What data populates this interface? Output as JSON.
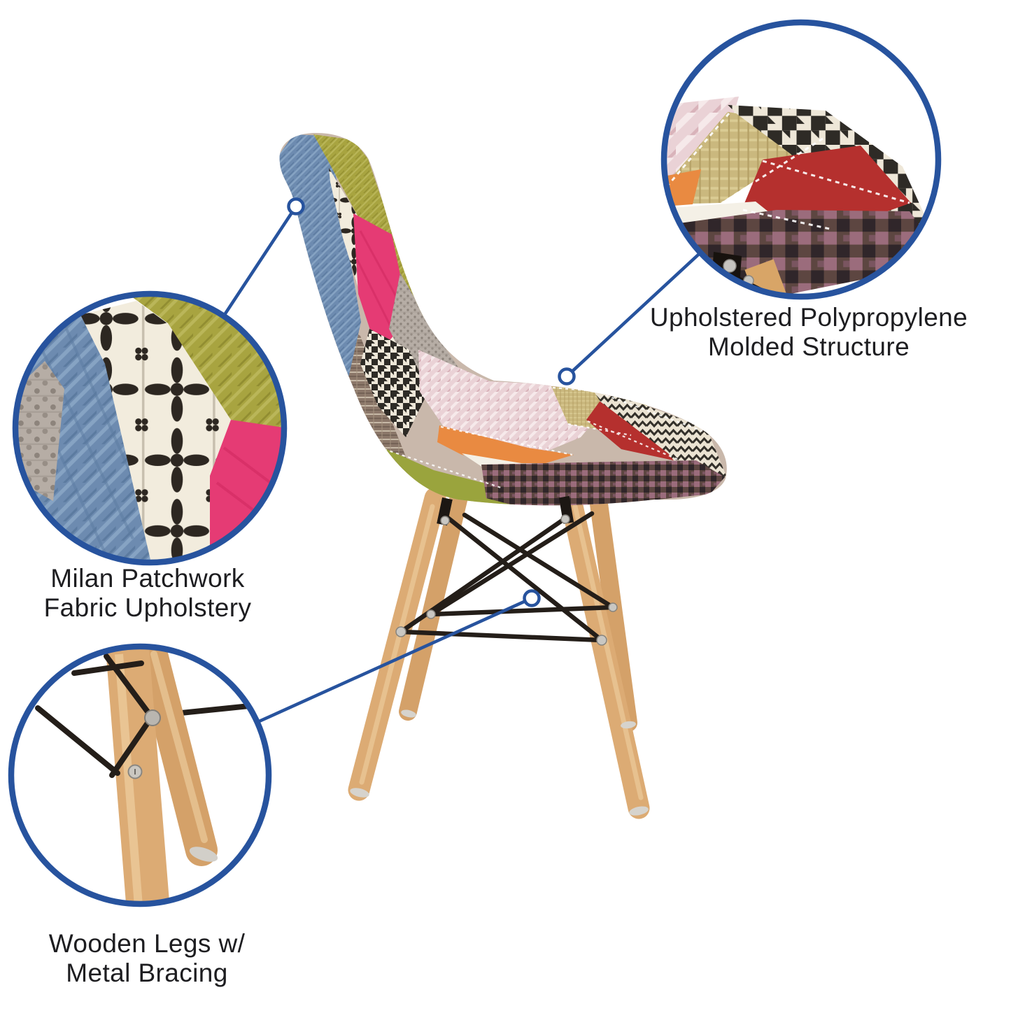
{
  "figure": {
    "kind": "product-feature-callout-image",
    "product_subject": "patchwork-upholstered side chair with wooden dowel legs"
  },
  "callouts": {
    "structure": {
      "line1": "Upholstered Polypropylene",
      "line2": "Molded Structure"
    },
    "fabric": {
      "line1": "Milan Patchwork",
      "line2": "Fabric Upholstery"
    },
    "legs": {
      "line1": "Wooden Legs w/",
      "line2": "Metal Bracing"
    }
  },
  "colors": {
    "background": "#ffffff",
    "accent_blue": "#27539e",
    "text": "#1d1d20",
    "wood": "#dcab74",
    "metal_black": "#241e19",
    "fabric_palette": [
      "#6d8bb0",
      "#a8a440",
      "#e53b74",
      "#f2ecdd",
      "#b6ada5",
      "#ead2d6",
      "#cab87e",
      "#e98a41",
      "#b5302e",
      "#5d4641",
      "#8b7769",
      "#9aa43d"
    ]
  }
}
